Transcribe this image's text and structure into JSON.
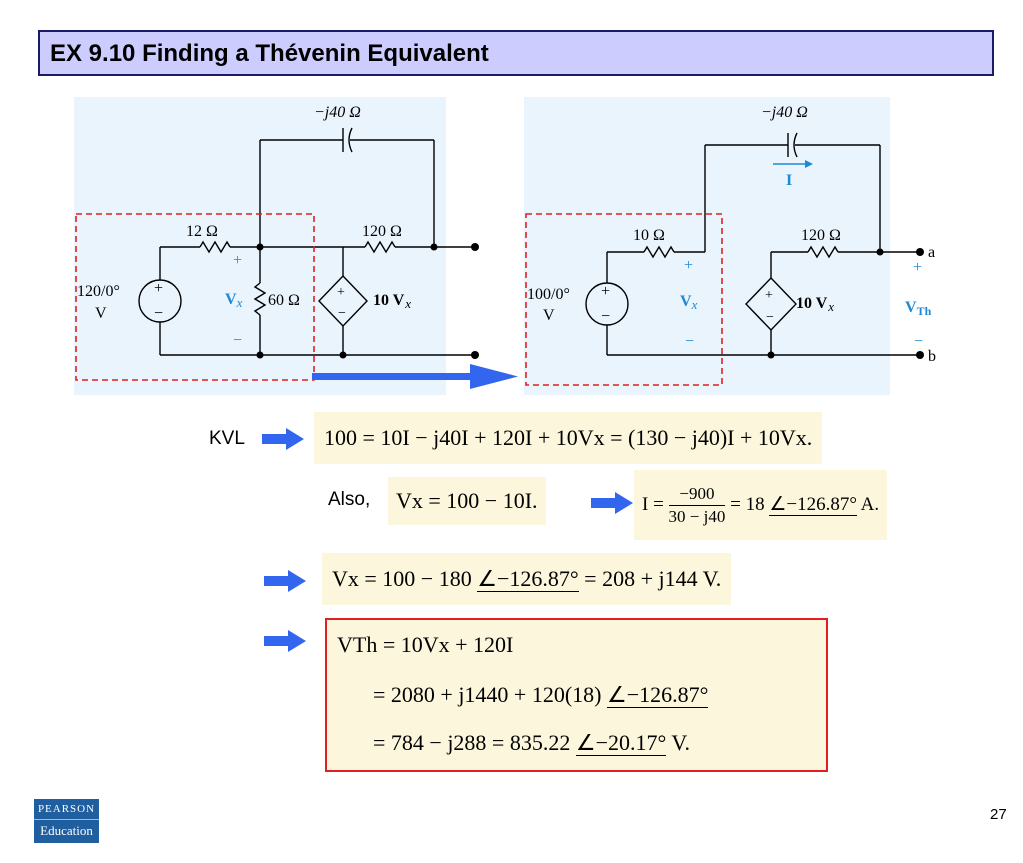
{
  "slide": {
    "title": "EX 9.10 Finding a Thévenin Equivalent",
    "page_number": "27",
    "logo_line1": "PEARSON",
    "logo_line2": "Education"
  },
  "circuit_left": {
    "cap_label": "−j40 Ω",
    "r12_label": "12 Ω",
    "r60_label": "60 Ω",
    "r120_label": "120 Ω",
    "source_line1": "120/0°",
    "source_line2": "V",
    "vx_label": "V",
    "vx_sub": "x",
    "dep_label": "10 V",
    "dep_sub": "x",
    "plus": "+",
    "minus": "−"
  },
  "circuit_right": {
    "cap_label": "−j40 Ω",
    "current_label": "I",
    "r10_label": "10 Ω",
    "r120_label": "120 Ω",
    "source_line1": "100/0°",
    "source_line2": "V",
    "vx_label": "V",
    "vx_sub": "x",
    "dep_label": "10 V",
    "dep_sub": "x",
    "vth_label": "V",
    "vth_sub": "Th",
    "node_a": "a",
    "node_b": "b",
    "plus": "+",
    "minus": "−"
  },
  "equations": {
    "kvl_label": "KVL",
    "kvl_eq": "100 = 10I − j40I + 120I + 10Vx = (130 − j40)I + 10Vx.",
    "also_label": "Also,",
    "vx_eq": "Vx = 100 − 10I.",
    "i_eq_lhs": "I =",
    "i_eq_num": "−900",
    "i_eq_den": "30 − j40",
    "i_eq_mid": "= 18",
    "i_eq_angle": "−126.87°",
    "i_eq_unit": "A.",
    "vx2_lhs": "Vx = 100 − 180",
    "vx2_angle": "−126.87°",
    "vx2_rhs": "= 208 + j144 V.",
    "vth_line1": "VTh = 10Vx + 120I",
    "vth_line2_text": "= 2080 + j1440 + 120(18)",
    "vth_line2_angle": "−126.87°",
    "vth_line3_text": "= 784 − j288 = 835.22",
    "vth_line3_angle": "−20.17°",
    "vth_line3_unit": "V."
  },
  "colors": {
    "title_bg": "#ccccff",
    "panel_bg": "#eaf4fd",
    "highlight_bg": "#fbf6dc",
    "accent_blue": "#3366ee",
    "dash_red": "#e02020",
    "label_blue": "#1a8ad4"
  }
}
